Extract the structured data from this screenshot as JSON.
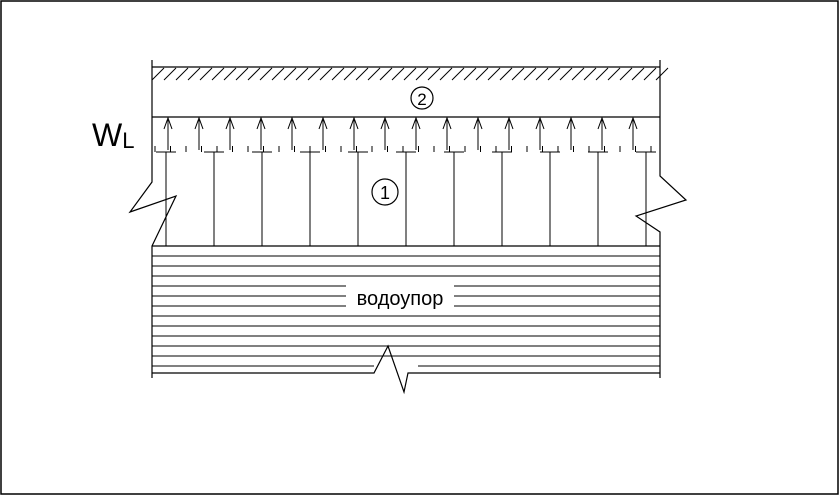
{
  "labels": {
    "wl_main": "W",
    "wl_sub": "L",
    "layer_1": "1",
    "layer_2": "2",
    "aquitard": "водоупор"
  },
  "colors": {
    "stroke": "#000000",
    "background": "#ffffff"
  }
}
